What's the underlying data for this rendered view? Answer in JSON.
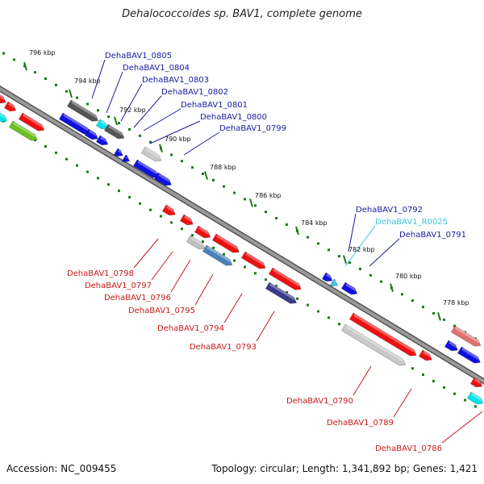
{
  "title": "Dehalococcoides sp. BAV1, complete genome",
  "footer": {
    "accession": "Accession: NC_009455",
    "summary": "Topology: circular; Length: 1,341,892 bp; Genes: 1,421"
  },
  "colors": {
    "background": "#ffffff",
    "backbone": "#808080",
    "tick": "#1a7a1a",
    "forward_label": "#1a1aa0",
    "reverse_label": "#c81a1a",
    "rna_label": "#3cc3e6"
  },
  "ruler_labels": [
    "796 kbp",
    "794 kbp",
    "792 kbp",
    "790 kbp",
    "788 kbp",
    "786 kbp",
    "784 kbp",
    "782 kbp",
    "780 kbp",
    "778 kbp"
  ],
  "forward_labels": [
    "DehaBAV1_0805",
    "DehaBAV1_0804",
    "DehaBAV1_0803",
    "DehaBAV1_0802",
    "DehaBAV1_0801",
    "DehaBAV1_0800",
    "DehaBAV1_0799",
    "DehaBAV1_0792",
    "DehaBAV1_R0025",
    "DehaBAV1_0791"
  ],
  "reverse_labels": [
    "DehaBAV1_0798",
    "DehaBAV1_0797",
    "DehaBAV1_0796",
    "DehaBAV1_0795",
    "DehaBAV1_0794",
    "DehaBAV1_0793",
    "DehaBAV1_0790",
    "DehaBAV1_0789",
    "DehaBAV1_0786"
  ]
}
